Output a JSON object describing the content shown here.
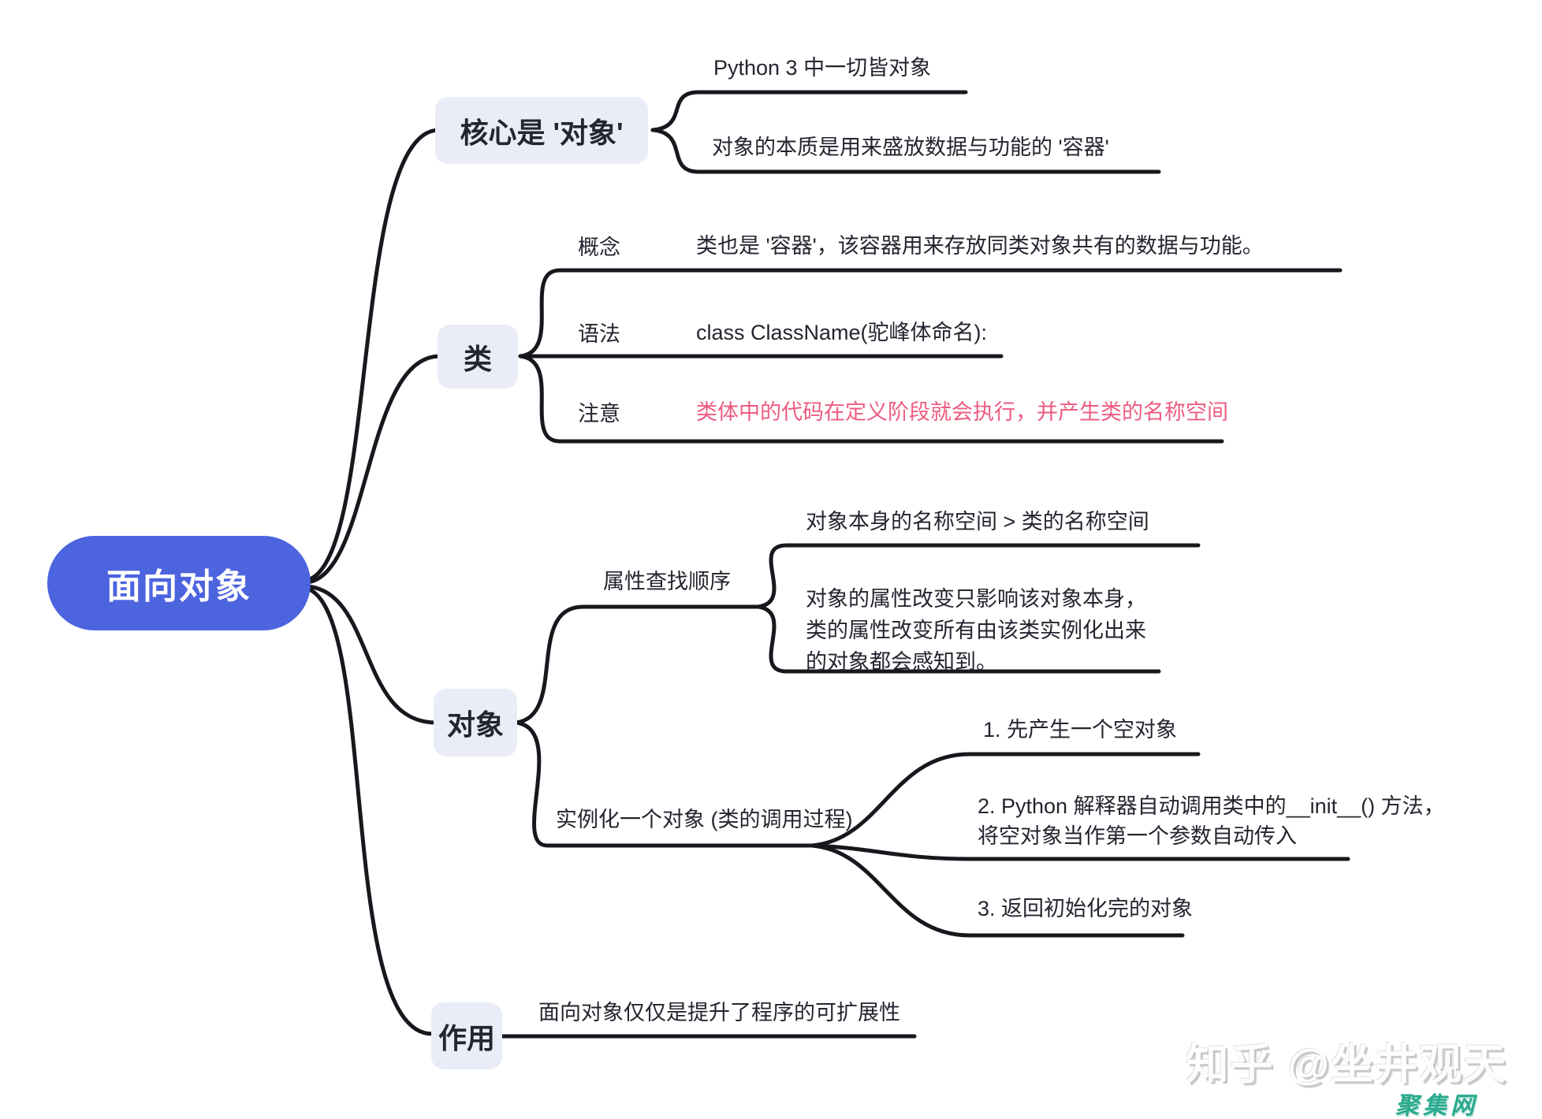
{
  "root": {
    "label": "面向对象"
  },
  "branches": [
    {
      "label": "核心是 '对象'",
      "children": [
        {
          "text": "Python 3 中一切皆对象"
        },
        {
          "text": "对象的本质是用来盛放数据与功能的 '容器'"
        }
      ]
    },
    {
      "label": "类",
      "rows": [
        {
          "key": "概念",
          "text": "类也是 '容器'，该容器用来存放同类对象共有的数据与功能。"
        },
        {
          "key": "语法",
          "text": "class ClassName(驼峰体命名):"
        },
        {
          "key": "注意",
          "text": "类体中的代码在定义阶段就会执行，并产生类的名称空间"
        }
      ]
    },
    {
      "label": "对象",
      "groups": [
        {
          "label": "属性查找顺序",
          "children": [
            {
              "text": "对象本身的名称空间 > 类的名称空间"
            },
            {
              "text": "对象的属性改变只影响该对象本身，\n类的属性改变所有由该类实例化出来\n的对象都会感知到。"
            }
          ]
        },
        {
          "label": "实例化一个对象 (类的调用过程)",
          "children": [
            {
              "text": "1. 先产生一个空对象"
            },
            {
              "text": "2. Python 解释器自动调用类中的__init__() 方法，\n将空对象当作第一个参数自动传入"
            },
            {
              "text": "3. 返回初始化完的对象"
            }
          ]
        }
      ]
    },
    {
      "label": "作用",
      "children": [
        {
          "text": "面向对象仅仅是提升了程序的可扩展性"
        }
      ]
    }
  ],
  "watermark": {
    "zhihu": "知乎 @坐井观天",
    "site": "聚集网"
  },
  "colors": {
    "root_bg": "#4d64df",
    "topic_bg": "#eaedf8",
    "line": "#17171d",
    "text": "#23252f",
    "note_text": "#ed5c80",
    "site_mark": "#29a98e"
  }
}
